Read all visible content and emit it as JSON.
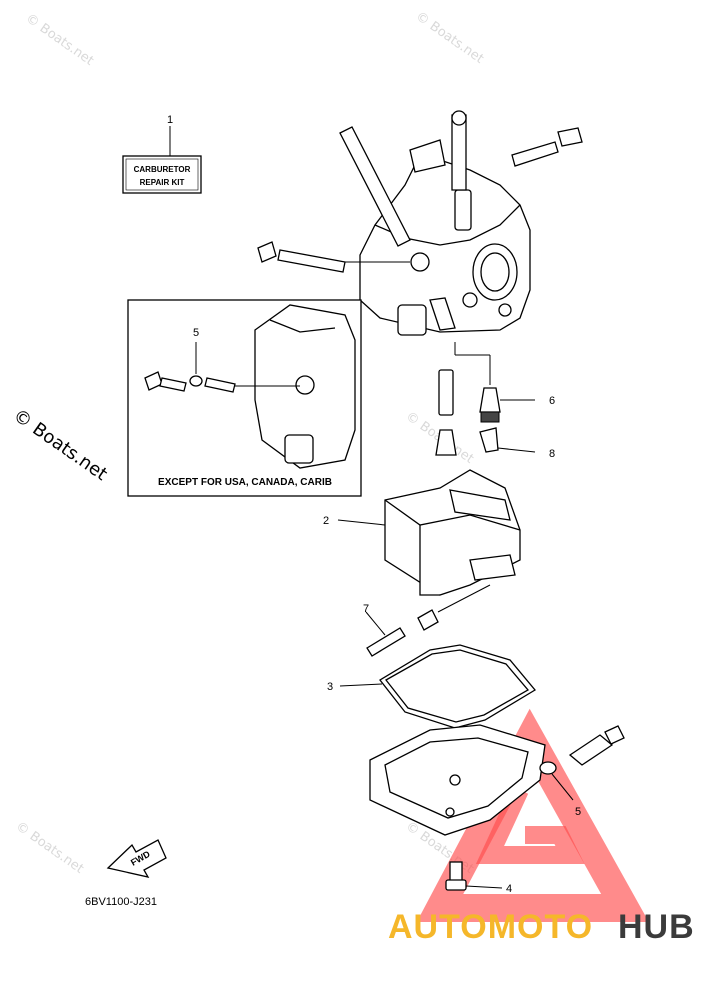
{
  "kit_label": {
    "line1": "CARBURETOR",
    "line2": "REPAIR KIT"
  },
  "inset_caption": "EXCEPT FOR USA, CANADA, CARIB",
  "diagram_code": "6BV1100-J231",
  "fwd_label": "FWD",
  "watermark": "© Boats.net",
  "side_watermark": "© Boats.net",
  "logo": {
    "part1": "AUTOMOTO",
    "part2": "HUB",
    "accent_color": "#f5b72a",
    "dark_color": "#3b3b3b",
    "triangle_color": "#ff4040"
  },
  "callouts": {
    "c1": "1",
    "c2": "2",
    "c3": "3",
    "c4": "4",
    "c5_inset": "5",
    "c5_main": "5",
    "c6": "6",
    "c7": "7",
    "c8": "8"
  }
}
